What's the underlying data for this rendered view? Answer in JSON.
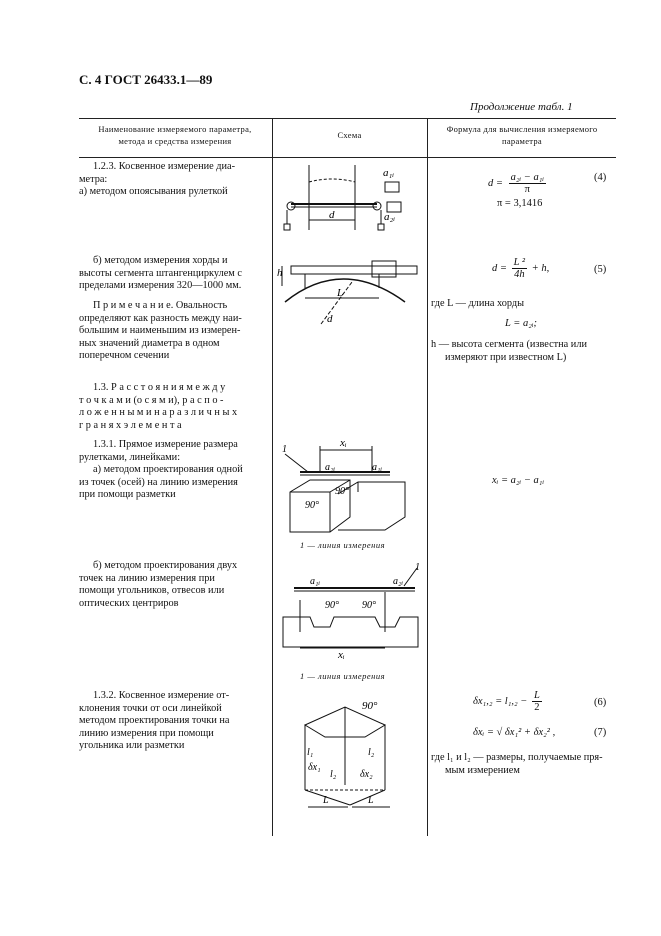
{
  "header": {
    "title": "С. 4 ГОСТ 26433.1—89",
    "continuation": "Продолжение табл. 1"
  },
  "table": {
    "col1": [
      "Наименование измеряемого параметра,",
      "метода и средства измерения"
    ],
    "col2": "Схема",
    "col3": [
      "Формула для вычисления измеряемого",
      "параметра"
    ]
  },
  "rows": {
    "r1": {
      "title": [
        "1.2.3. Косвенное измерение диа-",
        "метра:",
        "а) методом опоясывания рулеткой"
      ],
      "formula_lhs": "d =",
      "num": "a₂ᵢ − a₁ᵢ",
      "den": "π",
      "eqno": "(4)",
      "pi": "π = 3,1416",
      "labels": [
        "a₁ᵢ",
        "d",
        "a₂ᵢ"
      ]
    },
    "r2": {
      "title": [
        "б) методом измерения хорды и",
        "высоты сегмента штангенциркулем с",
        "пределами измерения 320—1000 мм."
      ],
      "note": [
        "П р и м е ч а н и е.  Овальность",
        "определяют как разность между наи-",
        "большим и наименьшим из измерен-",
        "ных значений диаметра в одном",
        "поперечном сечении"
      ],
      "formula_lhs": "d =",
      "num": "L ²",
      "den": "4h",
      "rhs": "+ h,",
      "eqno": "(5)",
      "where1": "где L — длина хорды",
      "where2": "L = a₂ᵢ;",
      "where3": [
        "h — высота сегмента (известна или",
        "измеряют при известном L)"
      ],
      "labels": [
        "h",
        "L",
        "d"
      ]
    },
    "r3": {
      "title": [
        "1.3. Р а с с т о я н и я   м е ж д у",
        "т о ч к а м и  (о с я м и),  р а с п о -",
        "л о ж е н н ы м и  н а  р а з л и ч н ы х",
        "г р а н я х  э л е м е н т а"
      ]
    },
    "r4": {
      "title": [
        "1.3.1. Прямое измерение размера",
        "рулетками, линейками:",
        "а) методом проектирования одной",
        "из точек (осей) на линию измерения",
        "при помощи разметки"
      ],
      "formula": "xᵢ = a₂ᵢ − a₁ᵢ",
      "caption": "1 — линия измерения",
      "labels": [
        "xᵢ",
        "1",
        "a₂ᵢ",
        "a₁ᵢ",
        "90°",
        "90°"
      ]
    },
    "r5": {
      "title": [
        "б) методом проектирования двух",
        "точек на линию измерения при",
        "помощи угольников, отвесов или",
        "оптических центриров"
      ],
      "caption": "1 — линия измерения",
      "labels": [
        "a₁ᵢ",
        "a₂ᵢ",
        "1",
        "90°",
        "90°",
        "xᵢ"
      ]
    },
    "r6": {
      "title": [
        "1.3.2. Косвенное измерение от-",
        "клонения точки от оси линейкой",
        "методом проектирования точки на",
        "линию измерения при помощи",
        "угольника или разметки"
      ],
      "f6": "δx₁,₂ = l₁,₂ −",
      "f6num": "L",
      "f6den": "2",
      "eq6": "(6)",
      "f7": "δxᵢ = √ δx₁² + δx₂²  ,",
      "eq7": "(7)",
      "where": [
        "где l₁ и l₂ — размеры, получаемые пря-",
        "мым измерением"
      ],
      "labels": [
        "90°",
        "l₁",
        "l₂",
        "δx₁",
        "l₂",
        "δx₂",
        "L",
        "L"
      ]
    }
  }
}
